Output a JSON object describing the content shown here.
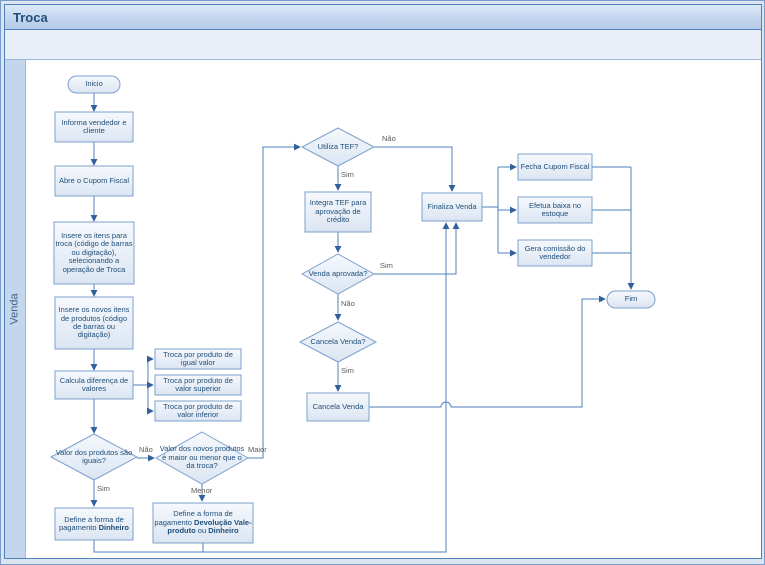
{
  "window": {
    "title": "Troca"
  },
  "lane": {
    "label": "Venda"
  },
  "nodes": {
    "inicio": {
      "label": "Inicio"
    },
    "informa_vendedor": {
      "label": "Informa vendedor e cliente"
    },
    "abre_cupom": {
      "label": "Abre o Cupom Fiscal"
    },
    "insere_itens_troca": {
      "label": "Insere os itens para troca (código de barras ou digitação), selecionando a operação de Troca"
    },
    "insere_novos_itens": {
      "label": "Insere os novos itens de produtos (código de barras ou digitação)"
    },
    "calcula_diferenca": {
      "label": "Calcula diferença de valores"
    },
    "troca_igual": {
      "label": "Troca por produto de igual valor"
    },
    "troca_superior": {
      "label": "Troca por produto de valor superior"
    },
    "troca_inferior": {
      "label": "Troca por produto de valor inferior"
    },
    "valor_iguais": {
      "label": "Valor dos produtos são iguais?"
    },
    "valor_maior_menor": {
      "label": "Valor dos novos produtos é maior ou menor que o da troca?"
    },
    "define_dinheiro": {
      "prefix": "Define a forma de pagamento",
      "bold": "Dinheiro"
    },
    "define_devolucao": {
      "prefix": "Define a forma de pagamento",
      "bold1": "Devolução Vale-produto",
      "mid": "ou",
      "bold2": "Dinheiro"
    },
    "utiliza_tef": {
      "label": "Utiliza TEF?"
    },
    "integra_tef": {
      "label": "Integra TEF para aprovação de crédito"
    },
    "venda_aprovada": {
      "label": "Venda aprovada?"
    },
    "cancela_venda_q": {
      "label": "Cancela Venda?"
    },
    "cancela_venda": {
      "label": "Cancela Venda"
    },
    "finaliza_venda": {
      "label": "Finaliza Venda"
    },
    "fecha_cupom": {
      "label": "Fecha Cupom Fiscal"
    },
    "efetua_baixa": {
      "label": "Efetua baixa no estoque"
    },
    "gera_comissao": {
      "label": "Gera comissão do vendedor"
    },
    "fim": {
      "label": "Fim"
    }
  },
  "edge_labels": {
    "tef_nao": "Não",
    "tef_sim": "Sim",
    "aprovada_sim": "Sim",
    "aprovada_nao": "Não",
    "cancela_sim": "Sim",
    "iguais_nao": "Não",
    "iguais_sim": "Sim",
    "maior": "Maior",
    "menor": "Menor"
  },
  "edges": [
    {
      "from": "inicio",
      "to": "informa_vendedor"
    },
    {
      "from": "informa_vendedor",
      "to": "abre_cupom"
    },
    {
      "from": "abre_cupom",
      "to": "insere_itens_troca"
    },
    {
      "from": "insere_itens_troca",
      "to": "insere_novos_itens"
    },
    {
      "from": "insere_novos_itens",
      "to": "calcula_diferenca"
    },
    {
      "from": "calcula_diferenca",
      "to": "troca_igual"
    },
    {
      "from": "calcula_diferenca",
      "to": "troca_superior"
    },
    {
      "from": "calcula_diferenca",
      "to": "troca_inferior"
    },
    {
      "from": "calcula_diferenca",
      "to": "valor_iguais"
    },
    {
      "from": "valor_iguais",
      "to": "valor_maior_menor",
      "label": "Não"
    },
    {
      "from": "valor_iguais",
      "to": "define_dinheiro",
      "label": "Sim"
    },
    {
      "from": "valor_maior_menor",
      "to": "utiliza_tef",
      "label": "Maior"
    },
    {
      "from": "valor_maior_menor",
      "to": "define_devolucao",
      "label": "Menor"
    },
    {
      "from": "utiliza_tef",
      "to": "finaliza_venda",
      "label": "Não"
    },
    {
      "from": "utiliza_tef",
      "to": "integra_tef",
      "label": "Sim"
    },
    {
      "from": "integra_tef",
      "to": "venda_aprovada"
    },
    {
      "from": "venda_aprovada",
      "to": "finaliza_venda",
      "label": "Sim"
    },
    {
      "from": "venda_aprovada",
      "to": "cancela_venda_q",
      "label": "Não"
    },
    {
      "from": "cancela_venda_q",
      "to": "cancela_venda",
      "label": "Sim"
    },
    {
      "from": "cancela_venda",
      "to": "fim"
    },
    {
      "from": "define_dinheiro",
      "to": "finaliza_venda"
    },
    {
      "from": "define_devolucao",
      "to": "finaliza_venda"
    },
    {
      "from": "finaliza_venda",
      "to": "fecha_cupom"
    },
    {
      "from": "finaliza_venda",
      "to": "efetua_baixa"
    },
    {
      "from": "finaliza_venda",
      "to": "gera_comissao"
    },
    {
      "from": "fecha_cupom",
      "to": "fim"
    },
    {
      "from": "efetua_baixa",
      "to": "fim"
    },
    {
      "from": "gera_comissao",
      "to": "fim"
    }
  ],
  "colors": {
    "accent": "#4f81bd",
    "node_border": "#7da0cd",
    "node_text": "#1f4e79",
    "connector": "#4f81bd",
    "lane_fill": "#c3d6ec",
    "header_title": "#1f4e79"
  }
}
